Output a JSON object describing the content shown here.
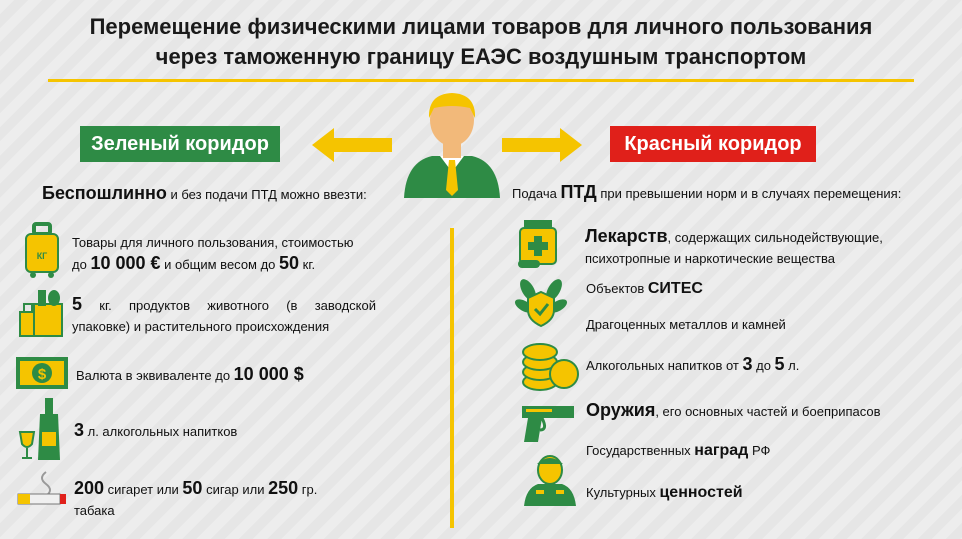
{
  "title": {
    "line1": "Перемещение физическими лицами товаров для личного пользования",
    "line2": "через таможенную границу ЕАЭС воздушным транспортом"
  },
  "green_corridor": {
    "label": "Зеленый коридор",
    "lead_bold": "Беспошлинно",
    "lead_rest": " и без подачи ПТД можно ввезти:",
    "items": [
      {
        "pre": "Товары для личного пользования, стоимостью",
        "pre2": "до ",
        "b1": "10 000 €",
        "mid": " и общим весом до ",
        "b2": "50",
        "post": " кг."
      },
      {
        "b1": "5",
        "text": " кг. продуктов животного (в заводской",
        "text2": "упаковке) и растительного происхождения"
      },
      {
        "text": "Валюта в эквиваленте до ",
        "b1": "10 000 $"
      },
      {
        "b1": "3",
        "text": " л. алкогольных напитков"
      },
      {
        "b1": "200",
        "t1": " сигарет или ",
        "b2": "50",
        "t2": " сигар или ",
        "b3": "250",
        "t3": " гр.",
        "t4": "табака"
      }
    ],
    "bag_label": "КГ",
    "currency_symbol": "$"
  },
  "red_corridor": {
    "label": "Красный коридор",
    "lead_pre": "Подача ",
    "lead_bold": "ПТД",
    "lead_rest": " при превышении норм и в случаях перемещения:",
    "items": [
      {
        "b1": "Лекарств",
        "t1": ", содержащих  сильнодействующие,",
        "t2": "психотропные и наркотические вещества"
      },
      {
        "t1": "Объектов ",
        "b1": "СИТЕС"
      },
      {
        "t1": "Драгоценных металлов и камней"
      },
      {
        "t1": "Алкогольных напитков от ",
        "b1": "3",
        "t2": " до ",
        "b2": "5",
        "t3": " л."
      },
      {
        "b1": "Оружия",
        "t1": ", его основных частей и боеприпасов"
      },
      {
        "t1": "Государственных ",
        "b1": "наград",
        "t2": " РФ"
      },
      {
        "t1": "Культурных ",
        "b1": "ценностей"
      }
    ]
  },
  "colors": {
    "green": "#2e8b45",
    "red": "#e0201a",
    "yellow": "#f5c400"
  }
}
